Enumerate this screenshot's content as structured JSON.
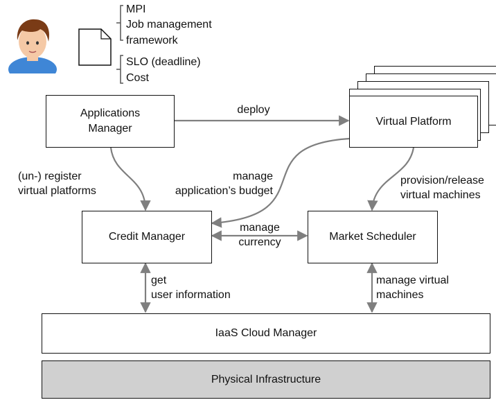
{
  "doc_items": {
    "group1": [
      "MPI",
      "Job management",
      "framework"
    ],
    "group2": [
      "SLO (deadline)",
      "Cost"
    ]
  },
  "boxes": {
    "applications_manager": "Applications\nManager",
    "virtual_platform": "Virtual Platform",
    "credit_manager": "Credit Manager",
    "market_scheduler": "Market Scheduler",
    "iaas_cloud_manager": "IaaS Cloud Manager",
    "physical_infrastructure": "Physical Infrastructure"
  },
  "edges": {
    "deploy": "deploy",
    "register": "(un-) register\nvirtual platforms",
    "manage_budget": "manage\napplication’s budget",
    "provision": "provision/release\nvirtual machines",
    "manage_currency": "manage\ncurrency",
    "get_user_info": "get\nuser information",
    "manage_vms": "manage virtual\nmachines"
  },
  "colors": {
    "line": "#111111",
    "arrow": "#7f7f7f",
    "infra_fill": "#d0d0d0",
    "avatar_skin": "#f5c9a6",
    "avatar_hair": "#7a3b16",
    "avatar_shirt": "#3f86d6"
  }
}
